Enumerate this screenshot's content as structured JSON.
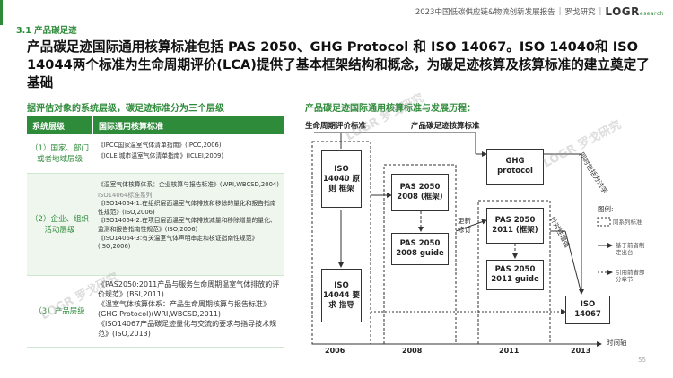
{
  "header": {
    "report_title": "2023中国低碳供应链&物流创新发展报告",
    "brand_cn": "罗戈研究",
    "logo_main": "LOGR",
    "logo_sub": "esearch"
  },
  "section": "3.1 产品碳足迹",
  "headline": "产品碳足迹国际通用核算标准包括 PAS 2050、GHG Protocol 和 ISO 14067。ISO 14040和 ISO 14044两个标准为生命周期评价(LCA)提供了基本框架结构和概念，为碳足迹核算及核算标准的建立奠定了基础",
  "left_title": "据评估对象的系统层级，碳足迹标准分为三个层级",
  "right_title": "产品碳足迹国际通用核算标准与发展历程：",
  "table": {
    "headers": [
      "系统层级",
      "国际通用核算标准"
    ],
    "rows": [
      {
        "level": "（1）国家、部门或者地域层级",
        "standards": [
          "《IPCC国家温室气体清单指南》(IPCC,2006)",
          "《ICLEI城市温室气体清单指南》(ICLEI,2009)"
        ]
      },
      {
        "level": "（2）企业、组织活动层级",
        "standards": [
          "《温室气体核算体系：企业核算与报告标准》(WRI,WBCSD,2004)",
          "ISO14064标准系列:",
          "《ISO14064-1:在组织层面温室气体排放和移除的量化和报告指南性规范》(ISO,2006)",
          "《ISO14064-2:在项目层面温室气体排放减量和移除增量的量化、监测和报告指南性规范》(ISO,2006)",
          "《ISO14064-3:有关温室气体声明审定和核证指南性规范》(ISO,2006)"
        ]
      },
      {
        "level": "（3）产品层级",
        "standards": [
          "《PAS2050:2011产品与服务生命周期温室气体排放的评价规范》(BSI,2011)",
          "《温室气体核算体系：产品生命周期核算与报告标准》(GHG Protocol)(WRI,WBCSD,2011)",
          "《ISO14067产品碳足迹量化与交流的要求与指导技术规范》(ISO,2013)"
        ]
      }
    ]
  },
  "diagram": {
    "lca_label": "生命周期评价标准",
    "pcf_label": "产品碳足迹核算标准",
    "box_iso14040": "ISO 14040 原则 框架",
    "box_iso14044": "ISO 14044 要求 指导",
    "box_pas2008": "PAS 2050 2008 (框架)",
    "box_pas2008g": "PAS 2050 2008 guide",
    "box_pas2011": "PAS 2050 2011 (框架)",
    "box_pas2011g": "PAS 2050 2011 guide",
    "box_ghg": "GHG protocol",
    "box_iso14067": "ISO 14067",
    "update_note": "更新 修订",
    "note_ghg": "同时包括方法学",
    "note_pas": "针对性增强",
    "axis_label": "时间轴",
    "years": [
      "2006",
      "2008",
      "2011",
      "2013"
    ],
    "legend": {
      "title": "图例:",
      "items": [
        "同系列标准",
        "基于前者制定出台",
        "引用前者部分章节"
      ]
    }
  },
  "page_number": "55",
  "watermark": "LOGR 罗戈研究"
}
